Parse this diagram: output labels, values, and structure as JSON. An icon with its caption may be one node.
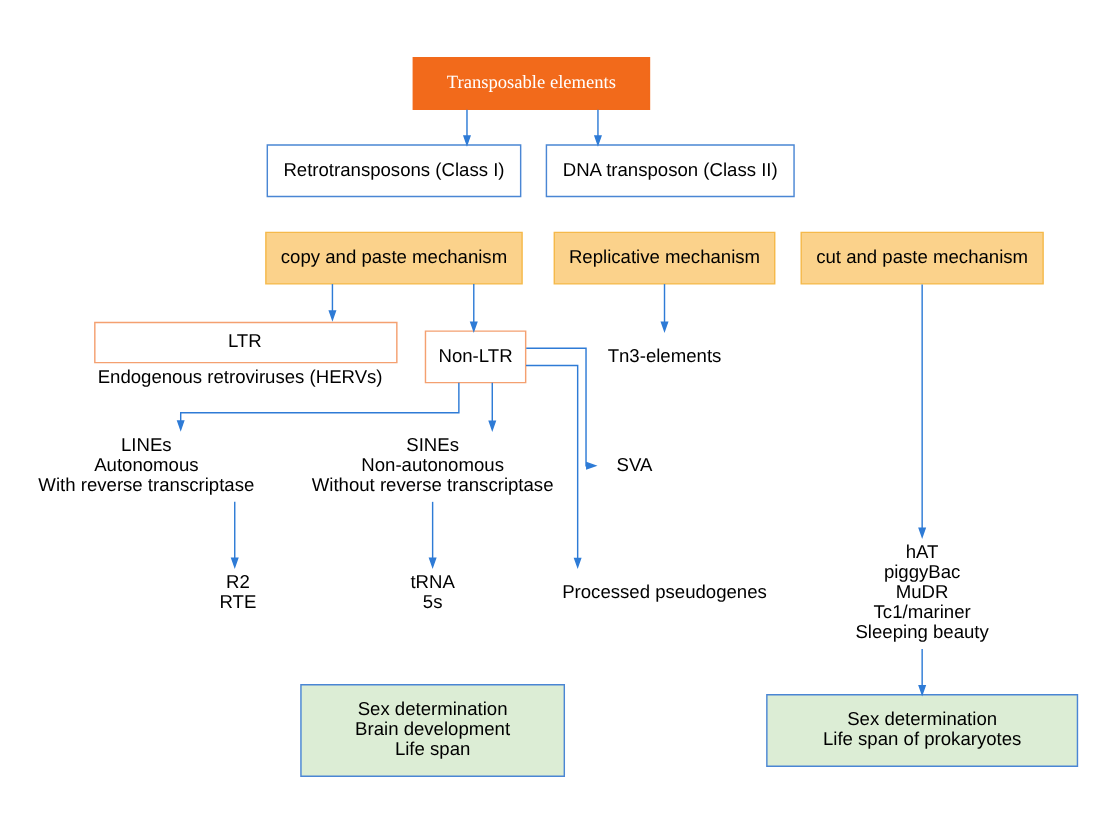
{
  "diagram": {
    "nodes": [
      {
        "text": [
          "Transposable elements"
        ]
      },
      {
        "text": [
          "Retrotransposons (Class I)"
        ]
      },
      {
        "text": [
          "copy and paste mechanism"
        ]
      },
      {
        "text": [
          "DNA transposon (Class II)"
        ]
      },
      {
        "text": [
          "Replicative mechanism"
        ]
      },
      {
        "text": [
          "cut and paste mechanism"
        ]
      },
      {
        "text": [
          "LTR"
        ],
        "beside": [
          "Endogenous retroviruses (HERVs)"
        ]
      },
      {
        "text": [
          "Non-LTR"
        ]
      },
      {
        "text": [
          "LINEs",
          "Autonomous",
          "With reverse transcriptase"
        ]
      },
      {
        "text": [
          "SINEs",
          "Non-autonomous",
          "Without reverse transcriptase"
        ]
      },
      {
        "text": [
          "SVA"
        ]
      },
      {
        "text": [
          "Processed pseudogenes"
        ]
      },
      {
        "text": [
          "R2",
          "RTE"
        ]
      },
      {
        "text": [
          "tRNA",
          "5s"
        ]
      },
      {
        "text": [
          "Tn3-elements"
        ]
      },
      {
        "text": [
          "hAT",
          "piggyBac",
          "MuDR",
          "Tc1/mariner",
          "Sleeping beauty"
        ]
      },
      {
        "text": [
          "Sex determination",
          "Brain development",
          "Life span"
        ]
      },
      {
        "text": [
          "Sex determination",
          "Life span of prokaryotes"
        ]
      }
    ],
    "edges": [
      {
        "from": 0,
        "to": 1,
        "arrow": "to"
      },
      {
        "from": 0,
        "to": 3,
        "arrow": "to"
      },
      {
        "from": 2,
        "to": 6,
        "arrow": "to"
      },
      {
        "from": 2,
        "to": 7,
        "arrow": "to"
      },
      {
        "from": 7,
        "to": 8,
        "arrow": "to"
      },
      {
        "from": 7,
        "to": 9,
        "arrow": "to"
      },
      {
        "from": 7,
        "to": 10,
        "arrow": "to"
      },
      {
        "from": 7,
        "to": 11,
        "arrow": "to"
      },
      {
        "from": 8,
        "to": 12,
        "arrow": "to"
      },
      {
        "from": 9,
        "to": 13,
        "arrow": "to"
      },
      {
        "from": 4,
        "to": 14,
        "arrow": "to"
      },
      {
        "from": 5,
        "to": 15,
        "arrow": "to"
      },
      {
        "from": 15,
        "to": 17,
        "arrow": "to"
      }
    ]
  }
}
